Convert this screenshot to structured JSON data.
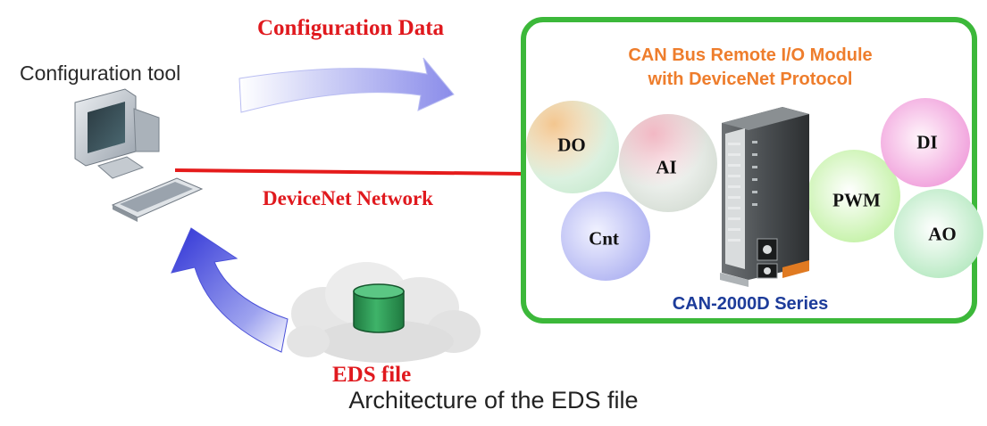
{
  "diagram": {
    "caption": "Architecture of the EDS file",
    "configuration_tool": {
      "label": "Configuration tool",
      "icon": "computer-icon"
    },
    "configuration_data": {
      "label": "Configuration Data"
    },
    "devicenet_network": {
      "label": "DeviceNet Network"
    },
    "eds_file": {
      "label": "EDS file",
      "icon": "database-cylinder-icon"
    },
    "module": {
      "title_line1": "CAN Bus Remote I/O Module",
      "title_line2": "with DeviceNet Protocol",
      "series": "CAN-2000D Series",
      "border_color": "#3cb83a",
      "io_types": [
        {
          "label": "DO"
        },
        {
          "label": "AI"
        },
        {
          "label": "Cnt"
        },
        {
          "label": "PWM"
        },
        {
          "label": "DI"
        },
        {
          "label": "AO"
        }
      ]
    },
    "colors": {
      "red_label": "#e0191e",
      "orange_title": "#ee7d2c",
      "blue_series": "#1d3c9a",
      "network_line": "#e51b1b",
      "cylinder": "#2e9a52"
    }
  }
}
